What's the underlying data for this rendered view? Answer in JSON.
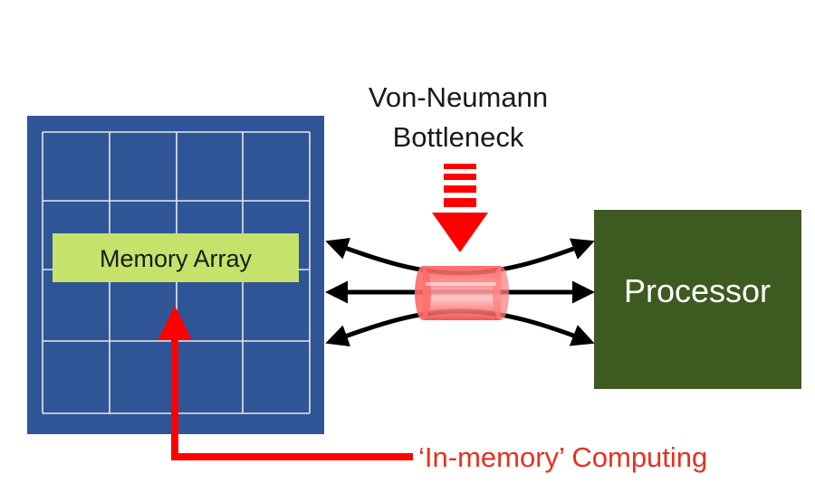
{
  "bottleneck": {
    "line1": "Von-Neumann",
    "line2": "Bottleneck"
  },
  "memory": {
    "label": "Memory Array"
  },
  "processor": {
    "label": "Processor"
  },
  "in_memory": {
    "label": "‘In-memory’ Computing"
  },
  "colors": {
    "memory_fill": "#2F5597",
    "grid_lines": "#E8E8E8",
    "memory_label_bg": "#C5E26B",
    "processor_fill": "#3D5A20",
    "arrow_black": "#000000",
    "accent_red": "#FF0000",
    "in_memory_text": "#E8301F"
  }
}
